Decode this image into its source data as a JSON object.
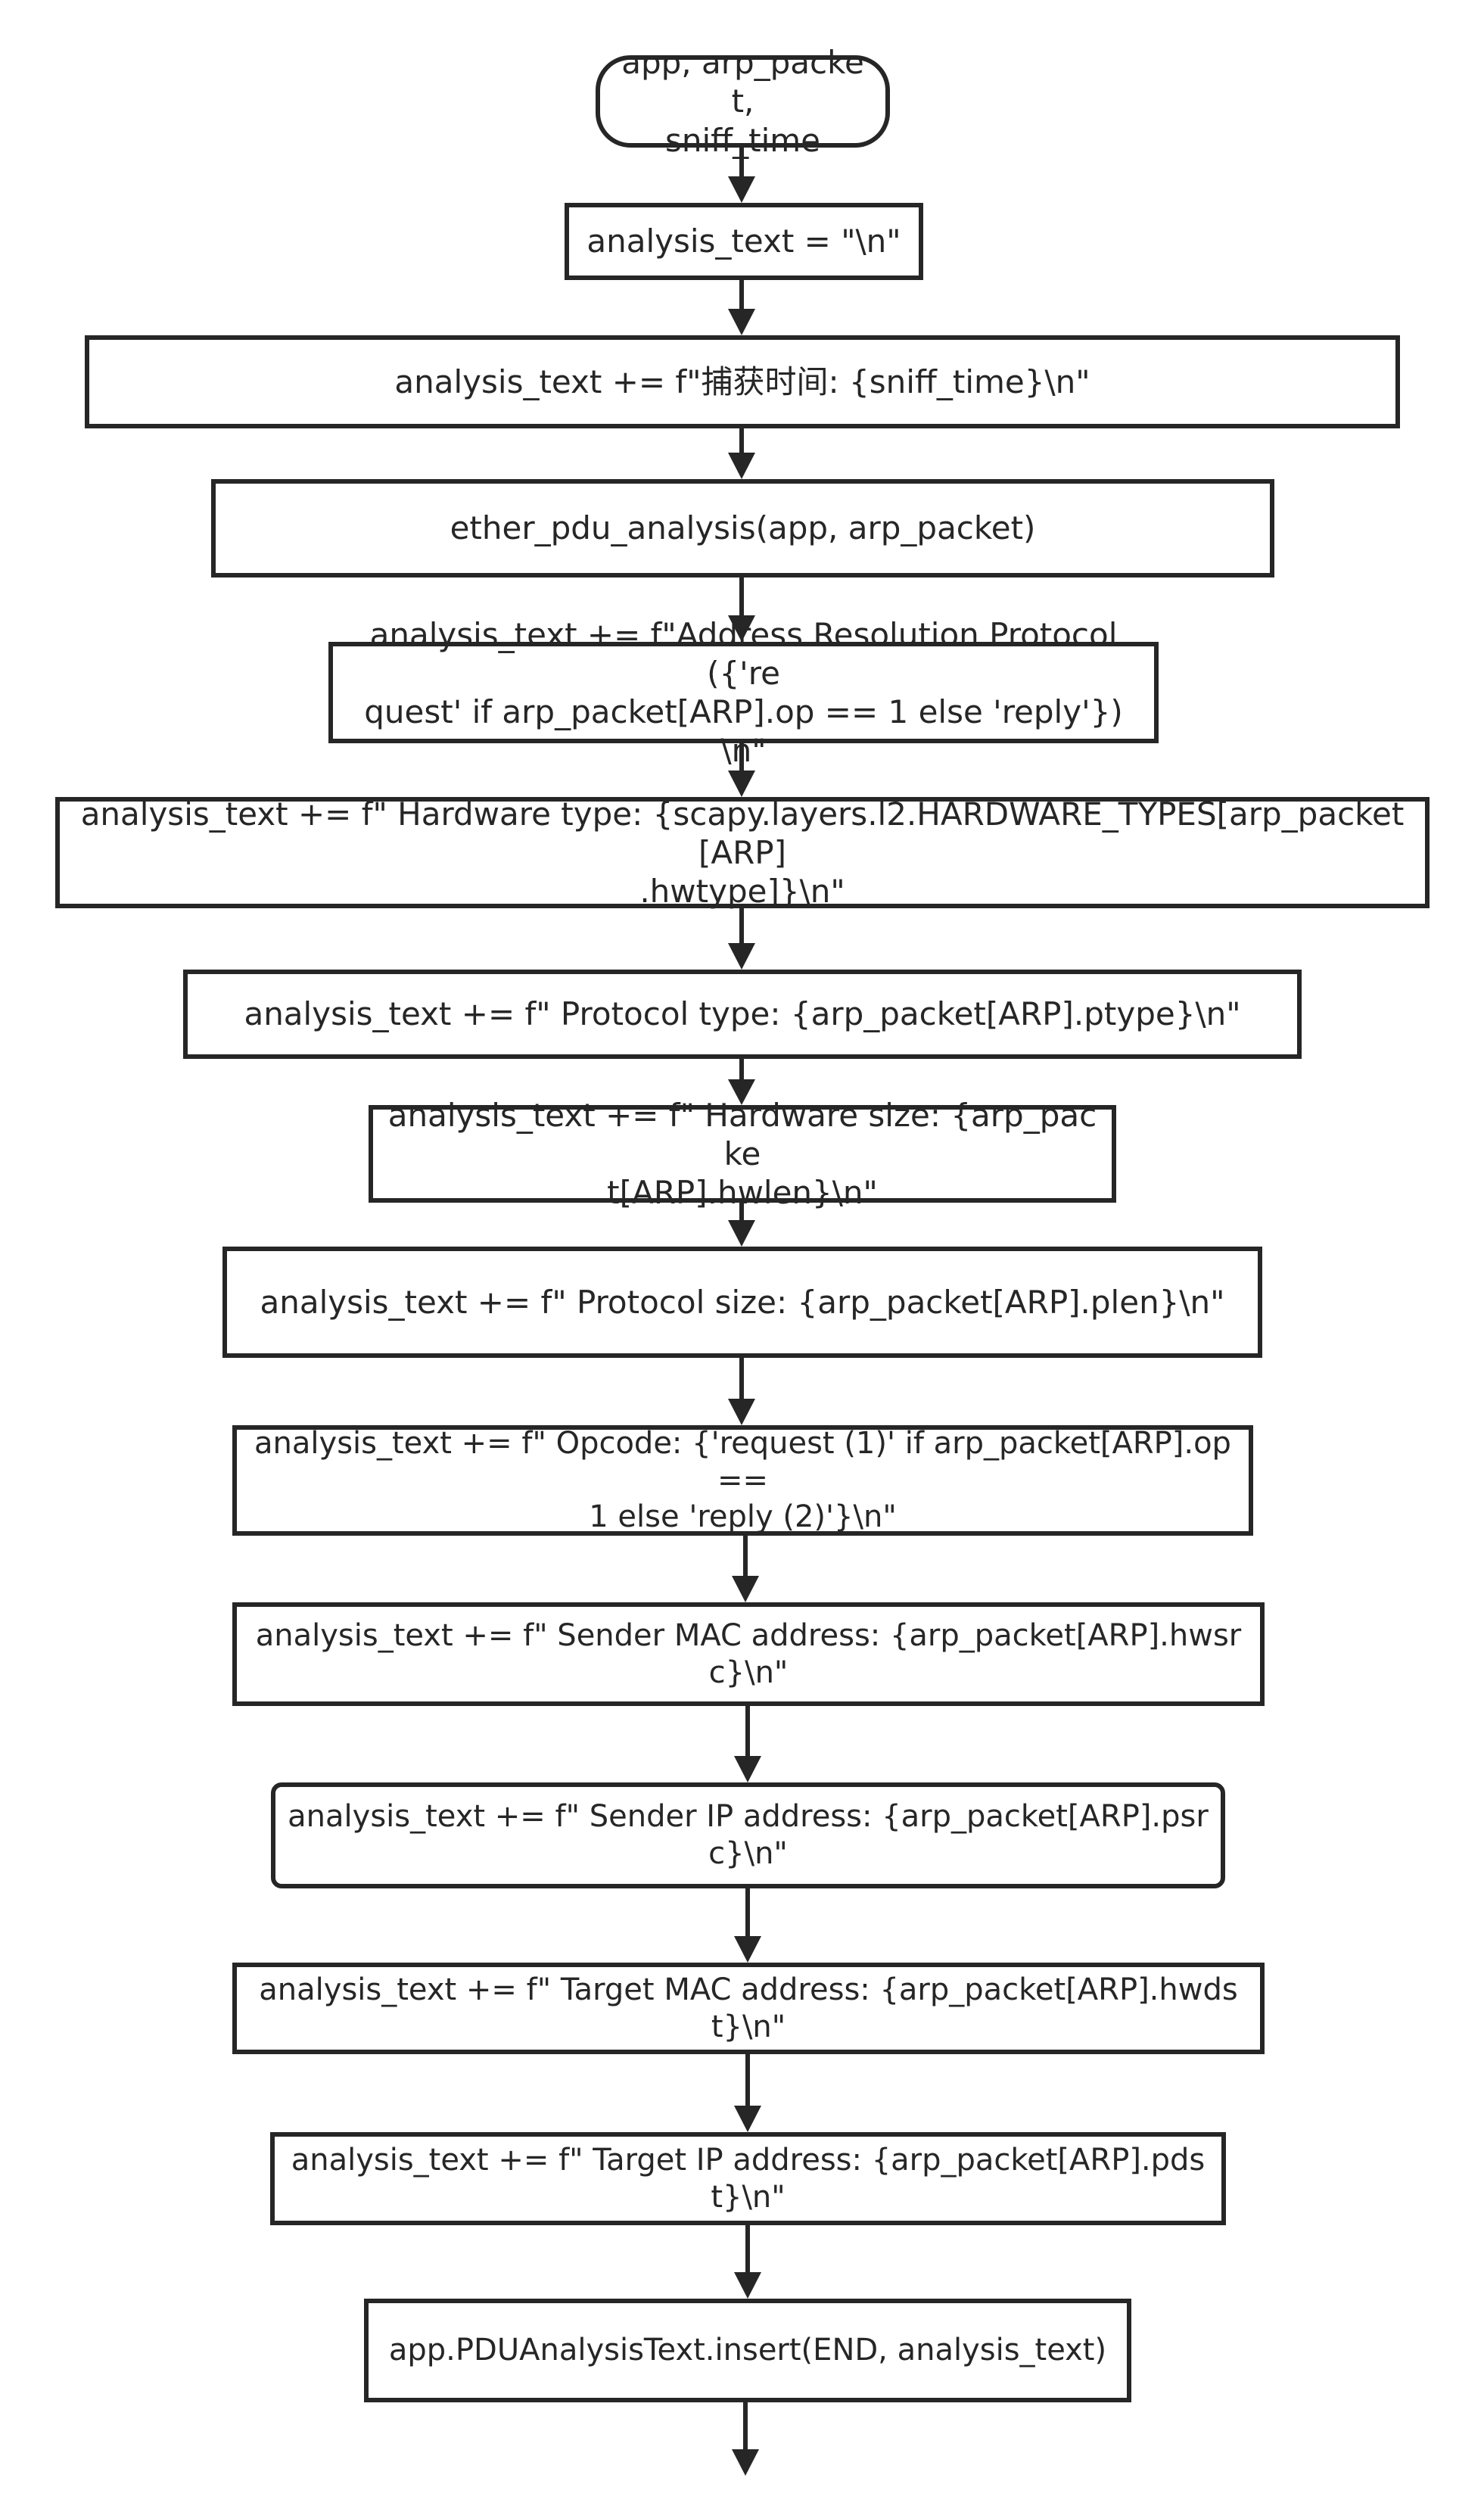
{
  "diagram": {
    "type": "flowchart",
    "colors": {
      "stroke": "#262626",
      "text": "#262626",
      "background": "#ffffff"
    },
    "start_node": "app, arp_packet,\nsniff_time",
    "steps": [
      "analysis_text = \"\\n\"",
      "analysis_text += f\"捕获时间: {sniff_time}\\n\"",
      "ether_pdu_analysis(app, arp_packet)",
      "analysis_text += f\"Address Resolution Protocol ({'re\nquest' if arp_packet[ARP].op == 1 else 'reply'})\\n\"",
      "analysis_text += f\"  Hardware type: {scapy.layers.l2.HARDWARE_TYPES[arp_packet[ARP]\n.hwtype]}\\n\"",
      "analysis_text += f\"  Protocol type: {arp_packet[ARP].ptype}\\n\"",
      "analysis_text += f\"  Hardware size: {arp_packe\nt[ARP].hwlen}\\n\"",
      "analysis_text += f\"  Protocol size: {arp_packet[ARP].plen}\\n\"",
      "analysis_text += f\"  Opcode: {'request (1)' if arp_packet[ARP].op ==\n1 else 'reply (2)'}\\n\"",
      "analysis_text += f\"  Sender MAC address: {arp_packet[ARP].hwsrc}\\n\"",
      "analysis_text += f\"  Sender IP address: {arp_packet[ARP].psrc}\\n\"",
      "analysis_text += f\"  Target MAC address: {arp_packet[ARP].hwdst}\\n\"",
      "analysis_text += f\"  Target IP address: {arp_packet[ARP].pdst}\\n\"",
      "app.PDUAnalysisText.insert(END, analysis_text)"
    ]
  }
}
